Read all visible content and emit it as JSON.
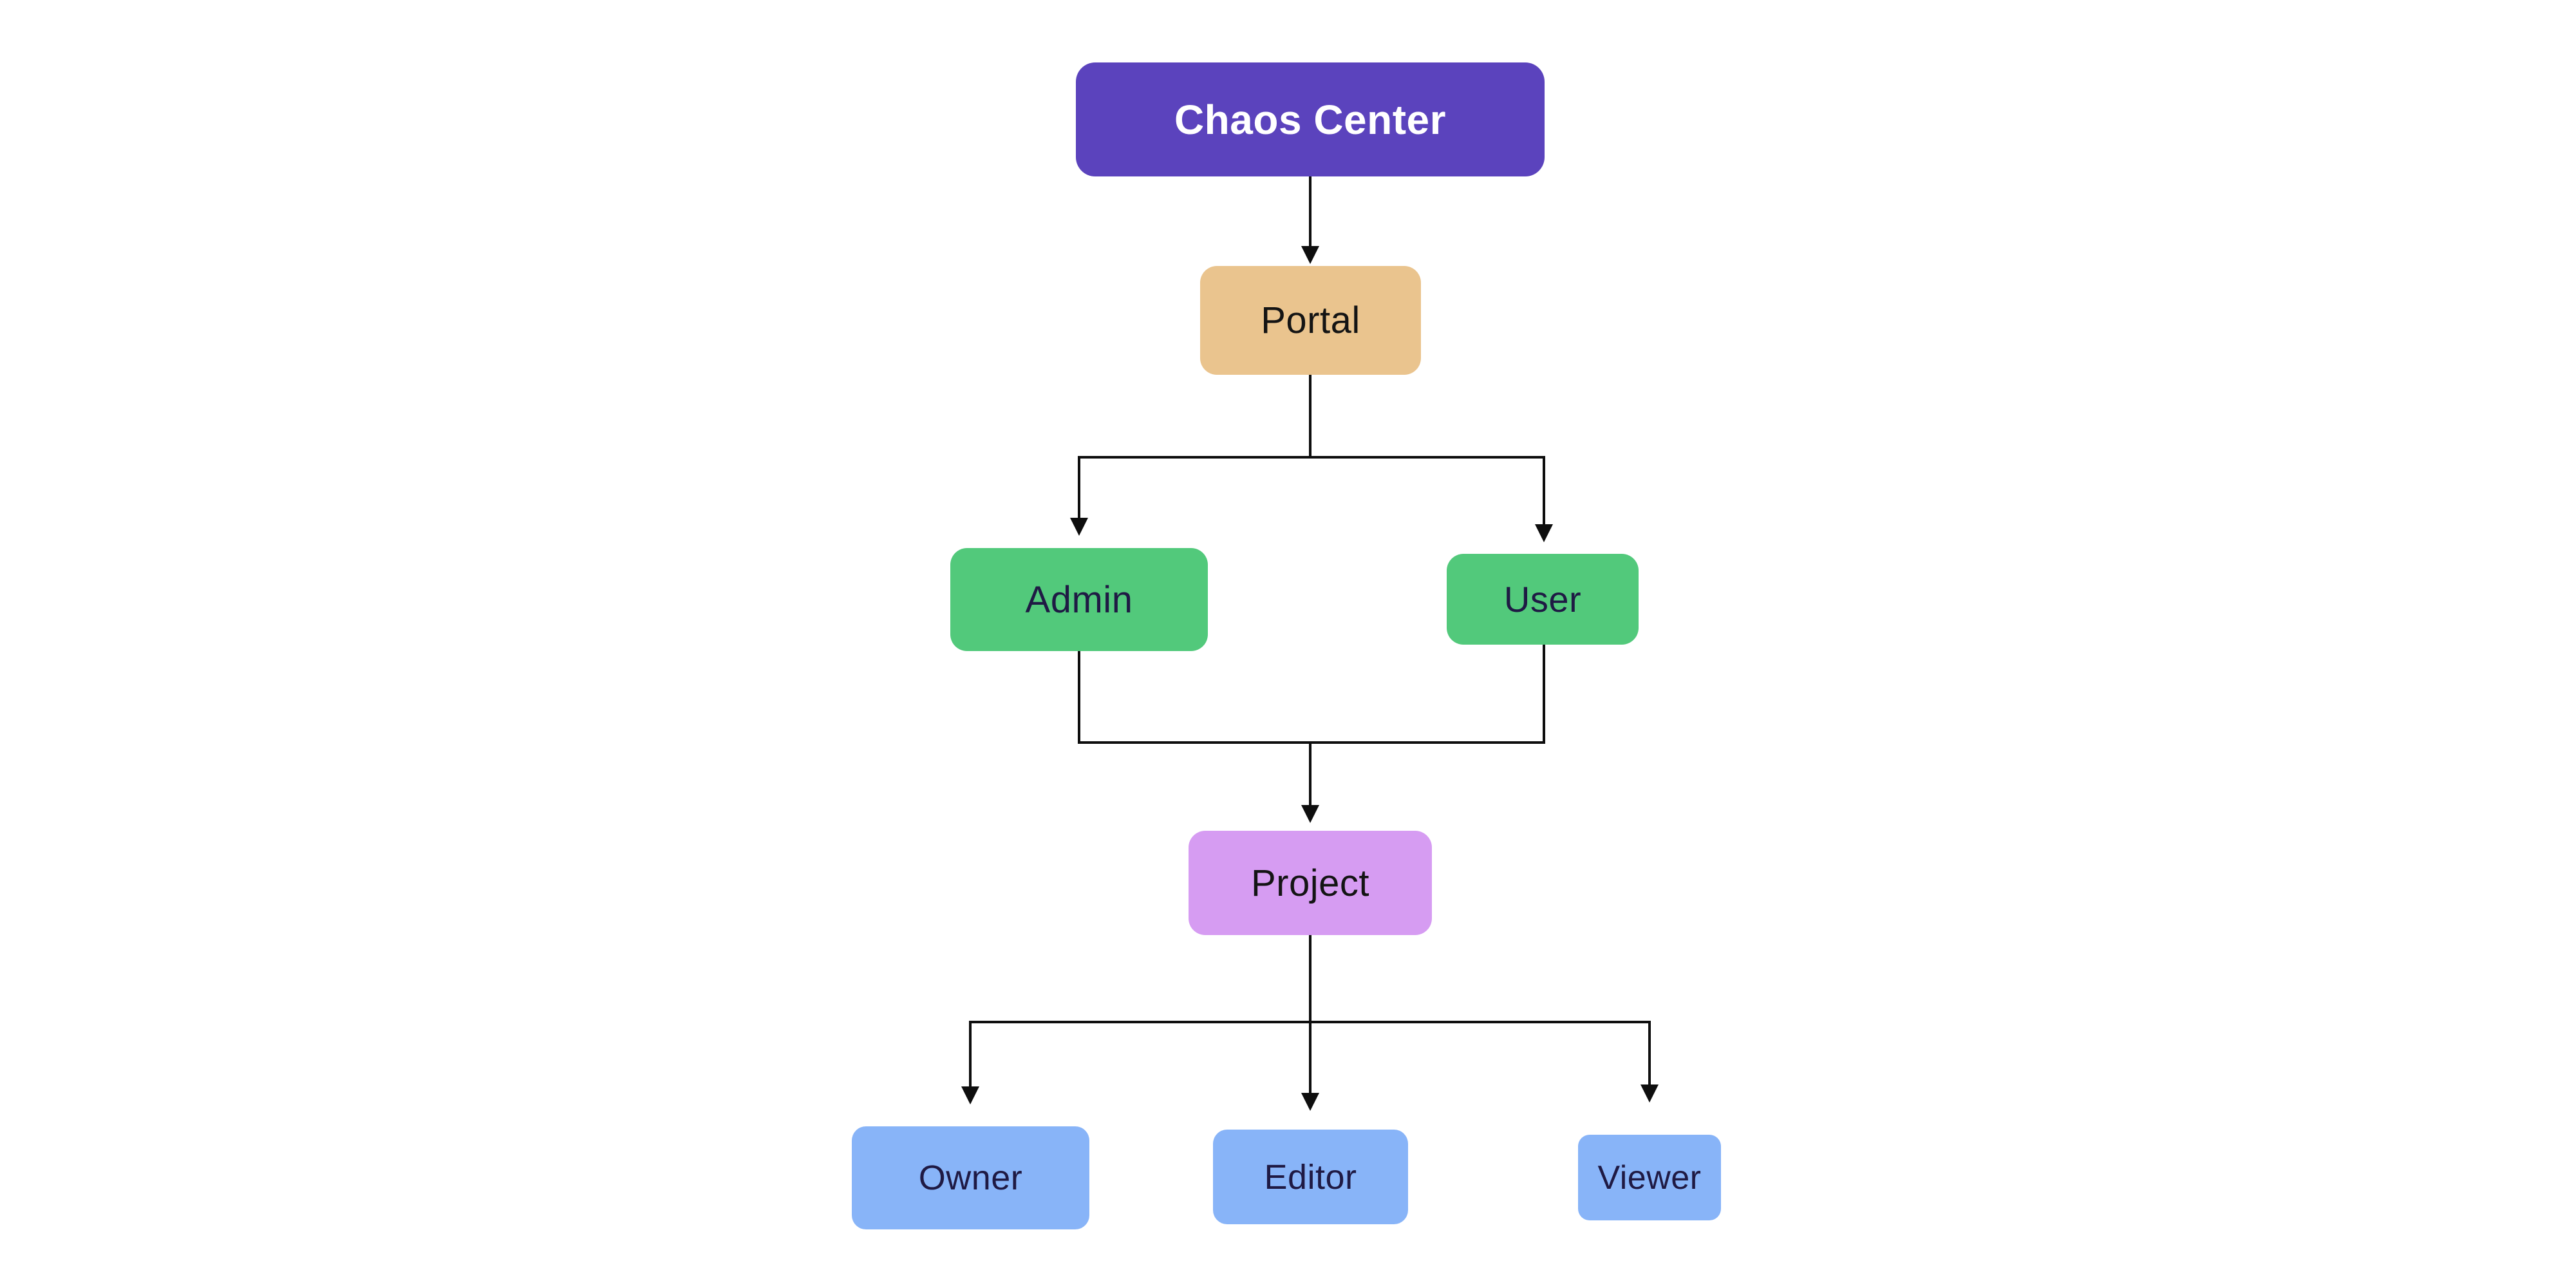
{
  "diagram": {
    "background_color": "#ffffff",
    "line_color": "#0e0e0e",
    "nodes": [
      {
        "id": "chaos-center",
        "label": "Chaos Center",
        "fill": "#5b43bd",
        "text_color": "#ffffff"
      },
      {
        "id": "portal",
        "label": "Portal",
        "fill": "#eac48e",
        "text_color": "#141414"
      },
      {
        "id": "admin",
        "label": "Admin",
        "fill": "#52c97b",
        "text_color": "#1f1a44"
      },
      {
        "id": "user",
        "label": "User",
        "fill": "#52c97b",
        "text_color": "#1f1a44"
      },
      {
        "id": "project",
        "label": "Project",
        "fill": "#d69cf2",
        "text_color": "#141414"
      },
      {
        "id": "owner",
        "label": "Owner",
        "fill": "#88b4f8",
        "text_color": "#1f1a44"
      },
      {
        "id": "editor",
        "label": "Editor",
        "fill": "#88b4f8",
        "text_color": "#1f1a44"
      },
      {
        "id": "viewer",
        "label": "Viewer",
        "fill": "#88b4f8",
        "text_color": "#1f1a44"
      }
    ],
    "edges": [
      {
        "from": "chaos-center",
        "to": "portal"
      },
      {
        "from": "portal",
        "to": "admin"
      },
      {
        "from": "portal",
        "to": "user"
      },
      {
        "from": "admin",
        "to": "project"
      },
      {
        "from": "user",
        "to": "project"
      },
      {
        "from": "project",
        "to": "owner"
      },
      {
        "from": "project",
        "to": "editor"
      },
      {
        "from": "project",
        "to": "viewer"
      }
    ]
  }
}
